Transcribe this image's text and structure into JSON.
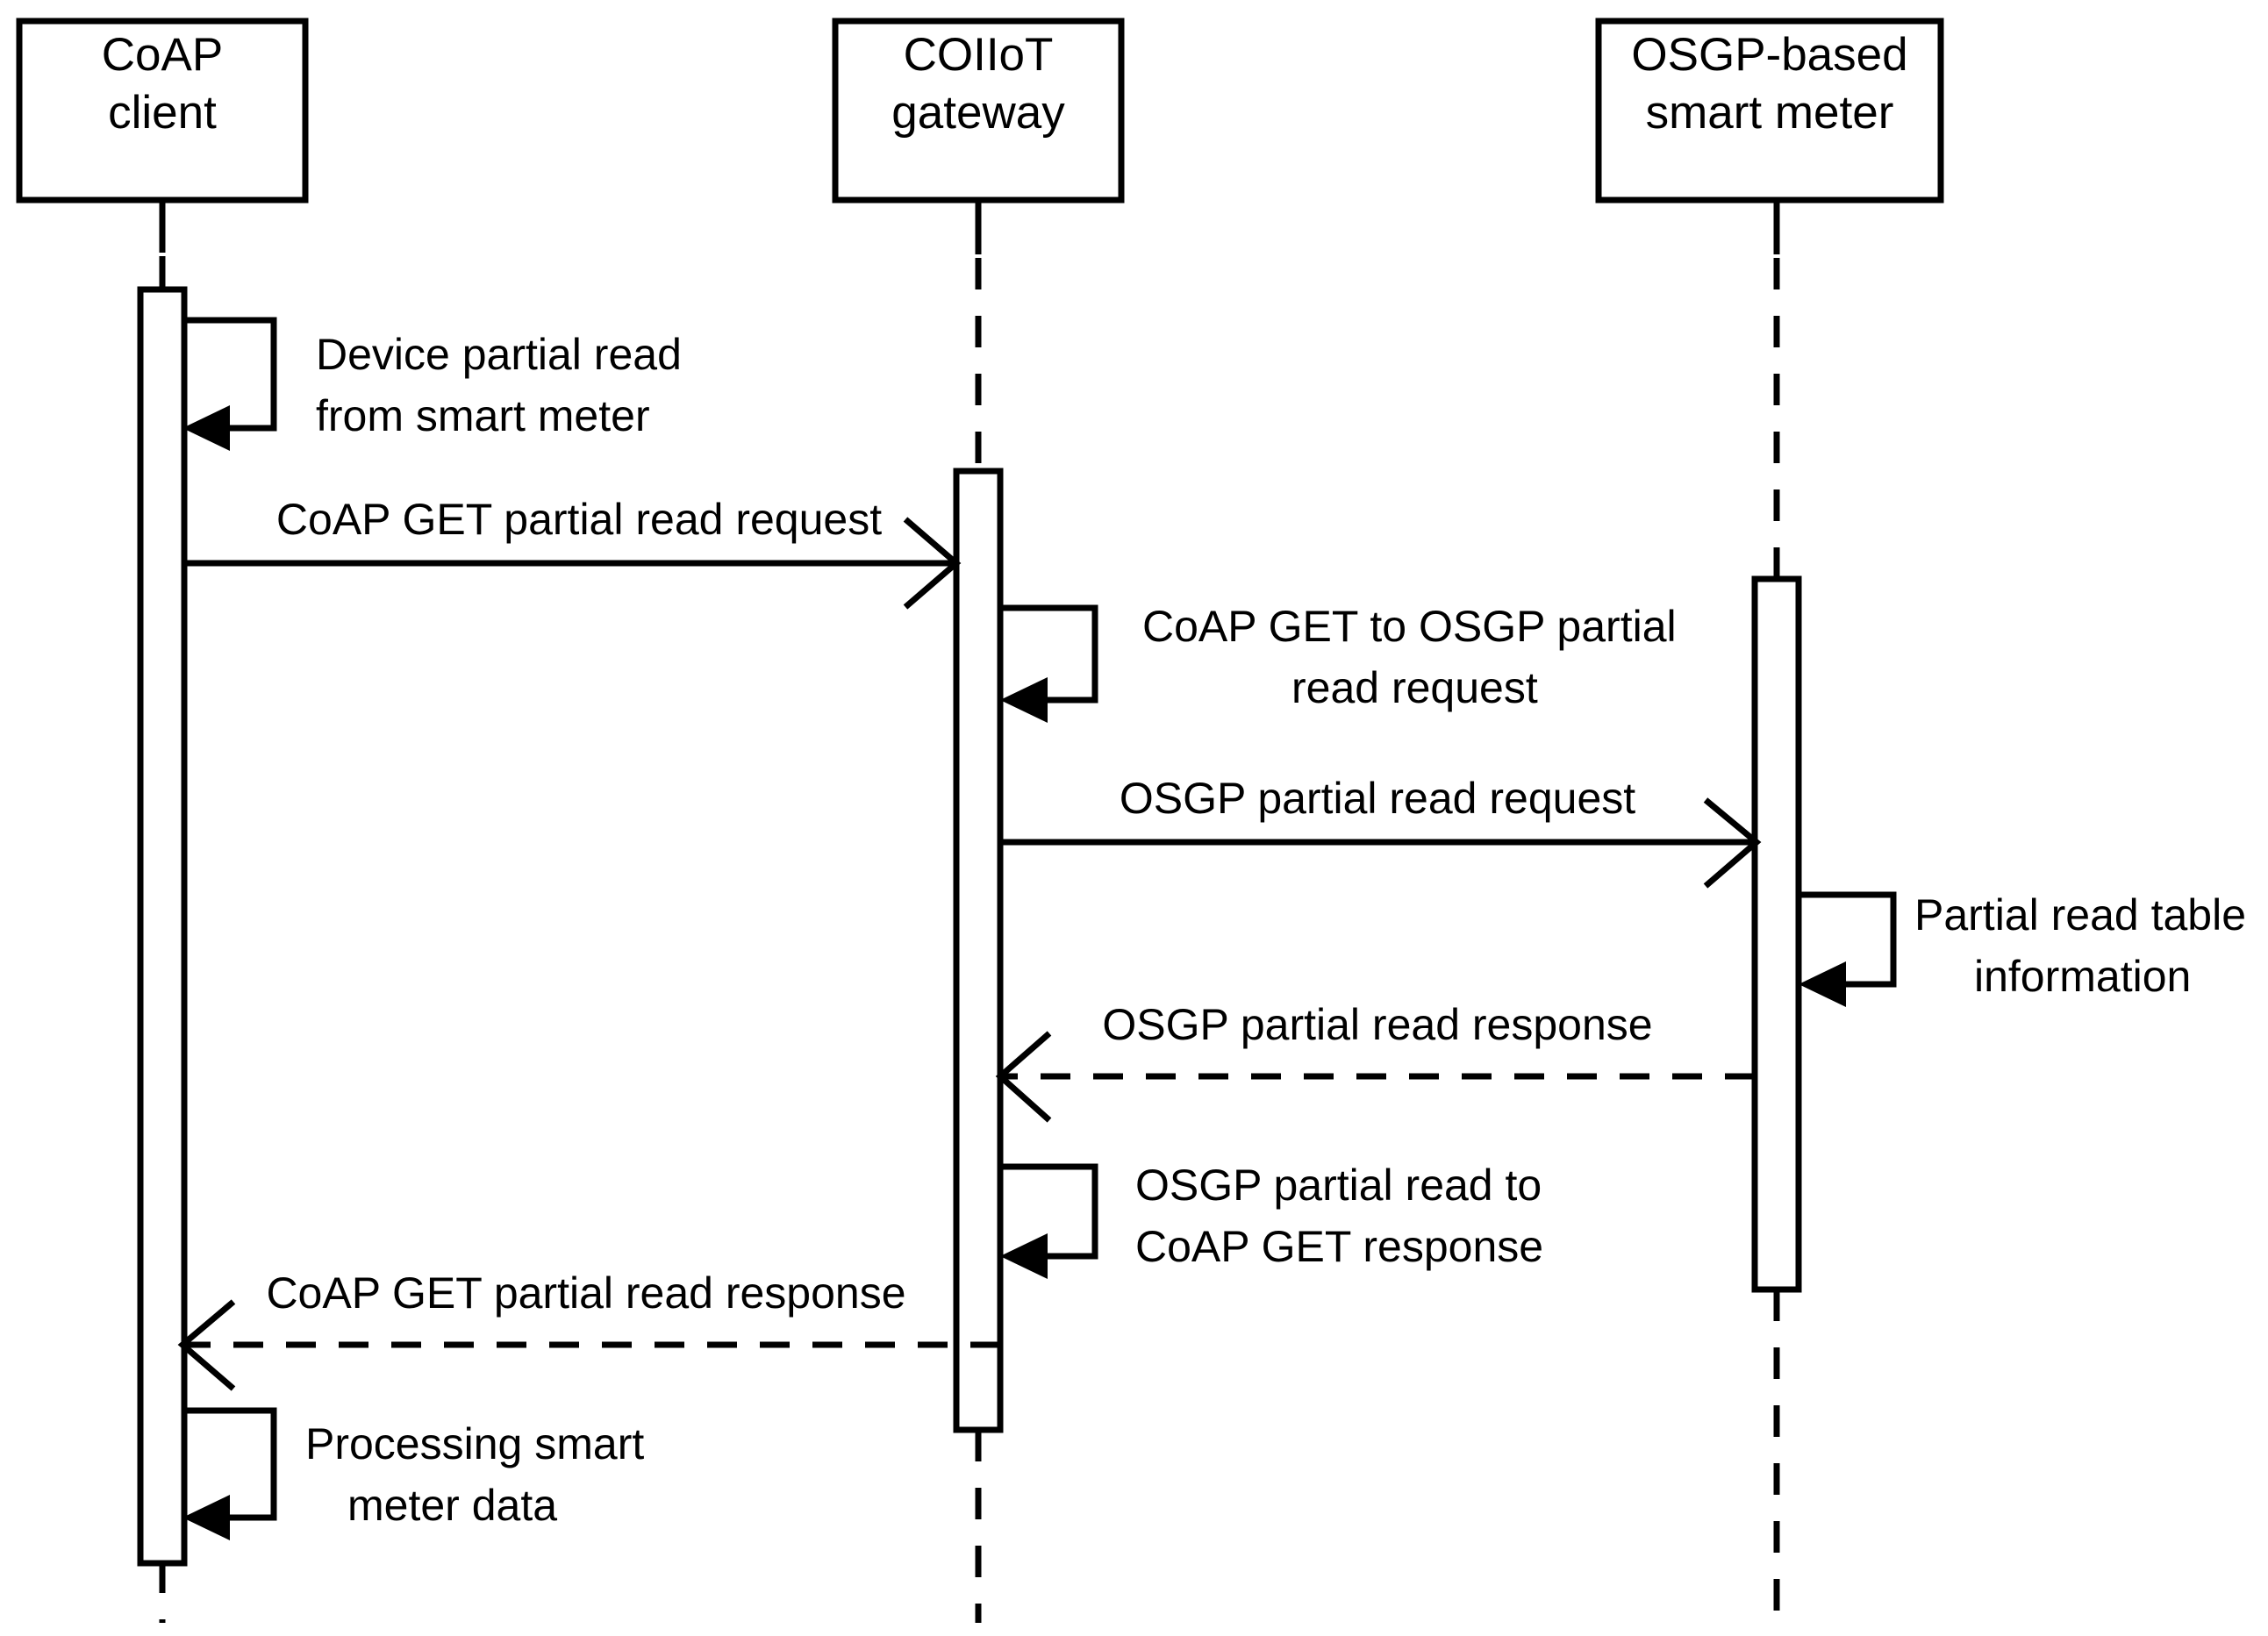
{
  "diagram": {
    "kind": "uml-sequence-diagram",
    "background_color": "#ffffff",
    "line_color": "#000000",
    "participants": [
      {
        "id": "coap_client",
        "line1": "CoAP",
        "line2": "client"
      },
      {
        "id": "coiiot_gw",
        "line1": "COIIoT",
        "line2": "gateway"
      },
      {
        "id": "osgp_meter",
        "line1": "OSGP-based",
        "line2": "smart meter"
      }
    ],
    "messages": [
      {
        "id": "m1",
        "kind": "self",
        "actor": "coap_client",
        "style": "solid",
        "arrow": "filled",
        "line1": "Device partial read",
        "line2": "from smart meter"
      },
      {
        "id": "m2",
        "kind": "call",
        "from": "coap_client",
        "to": "coiiot_gw",
        "style": "solid",
        "arrow": "open",
        "line1": "CoAP GET partial read request",
        "line2": ""
      },
      {
        "id": "m3",
        "kind": "self",
        "actor": "coiiot_gw",
        "style": "solid",
        "arrow": "filled",
        "line1": "CoAP GET to OSGP partial",
        "line2": "read request"
      },
      {
        "id": "m4",
        "kind": "call",
        "from": "coiiot_gw",
        "to": "osgp_meter",
        "style": "solid",
        "arrow": "open",
        "line1": "OSGP partial read request",
        "line2": ""
      },
      {
        "id": "m5",
        "kind": "self",
        "actor": "osgp_meter",
        "style": "solid",
        "arrow": "filled",
        "line1": "Partial read table",
        "line2": "information"
      },
      {
        "id": "m6",
        "kind": "return",
        "from": "osgp_meter",
        "to": "coiiot_gw",
        "style": "dashed",
        "arrow": "open",
        "line1": "OSGP partial read response",
        "line2": ""
      },
      {
        "id": "m7",
        "kind": "self",
        "actor": "coiiot_gw",
        "style": "solid",
        "arrow": "filled",
        "line1": "OSGP partial read to",
        "line2": "CoAP GET response"
      },
      {
        "id": "m8",
        "kind": "return",
        "from": "coiiot_gw",
        "to": "coap_client",
        "style": "dashed",
        "arrow": "open",
        "line1": "CoAP GET partial read response",
        "line2": ""
      },
      {
        "id": "m9",
        "kind": "self",
        "actor": "coap_client",
        "style": "solid",
        "arrow": "filled",
        "line1": "Processing smart",
        "line2": "meter data"
      }
    ]
  }
}
